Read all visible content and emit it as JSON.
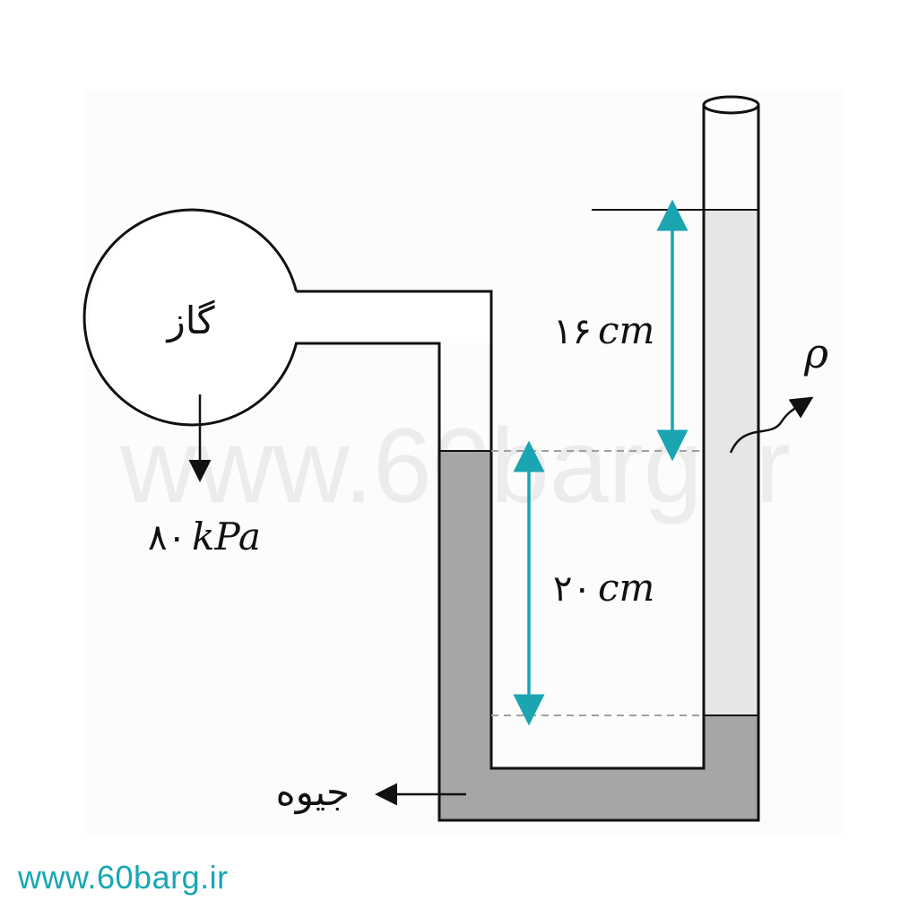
{
  "watermark": "www.60barg.ir",
  "footer_url": "www.60barg.ir",
  "labels": {
    "gas": "گاز",
    "gas_pressure": "۸۰",
    "gas_pressure_unit": "kPa",
    "mercury": "جیوه",
    "height_upper": "۱۶",
    "height_upper_unit": "cm",
    "height_lower": "۲۰",
    "height_lower_unit": "cm",
    "density_symbol": "ρ"
  },
  "colors": {
    "mercury": "#a6a6a6",
    "liquid_rho": "#e6e6e6",
    "dimension_arrow": "#1aa5b0",
    "outline": "#111111",
    "dashed": "#a0a0a0",
    "footer_text": "#18a6b4"
  },
  "icons": {
    "gas_arrow": "arrow-down-icon",
    "mercury_arrow": "arrow-left-icon",
    "rho_arrow": "curved-arrow-icon"
  }
}
